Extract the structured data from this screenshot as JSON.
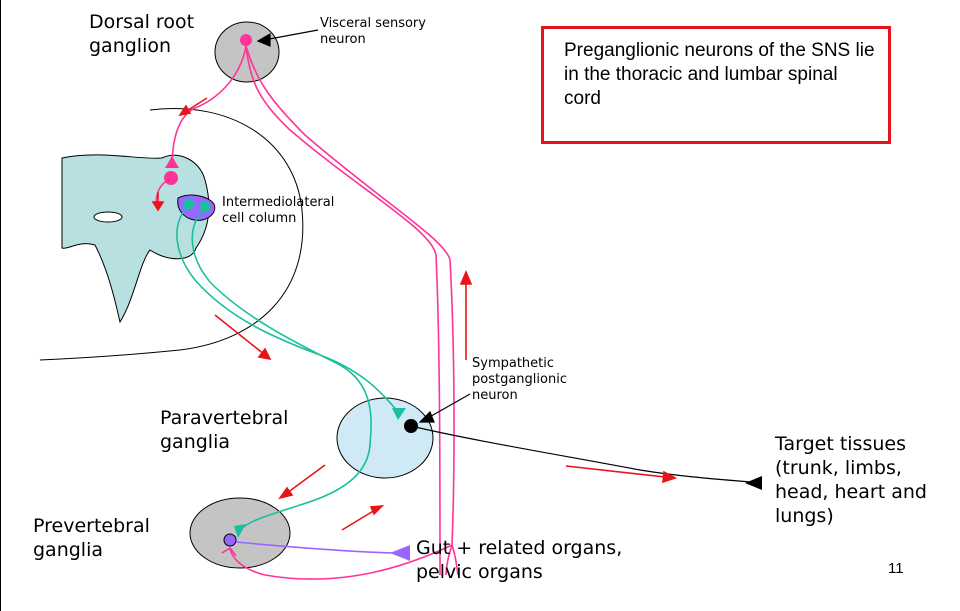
{
  "labels": {
    "dorsal_root_ganglion": "Dorsal root\nganglion",
    "visceral_sensory_neuron": "Visceral sensory\nneuron",
    "intermediolateral_cell_column": "Intermediolateral\ncell column",
    "sympathetic_postganglionic_neuron": "Sympathetic\npostganglionic\nneuron",
    "paravertebral_ganglia": "Paravertebral\nganglia",
    "prevertebral_ganglia": "Prevertebral\nganglia",
    "target_tissues": "Target tissues\n(trunk, limbs,\nhead, heart and\nlungs)",
    "gut_organs": "Gut + related organs,\npelvic organs"
  },
  "callout": {
    "text": "Preganglionic neurons of the SNS lie in the thoracic and lumbar spinal cord"
  },
  "page_number": "11",
  "colors": {
    "sensory": "#ff3399",
    "preganglionic": "#1abf9c",
    "arrow": "#e8141b",
    "prevertebral_output": "#9966ff",
    "gray_matter": "#b8e0e0",
    "paravertebral_fill": "#cfeaf5",
    "ganglion_gray": "#c4c4c4",
    "callout_border": "#e8141b"
  }
}
